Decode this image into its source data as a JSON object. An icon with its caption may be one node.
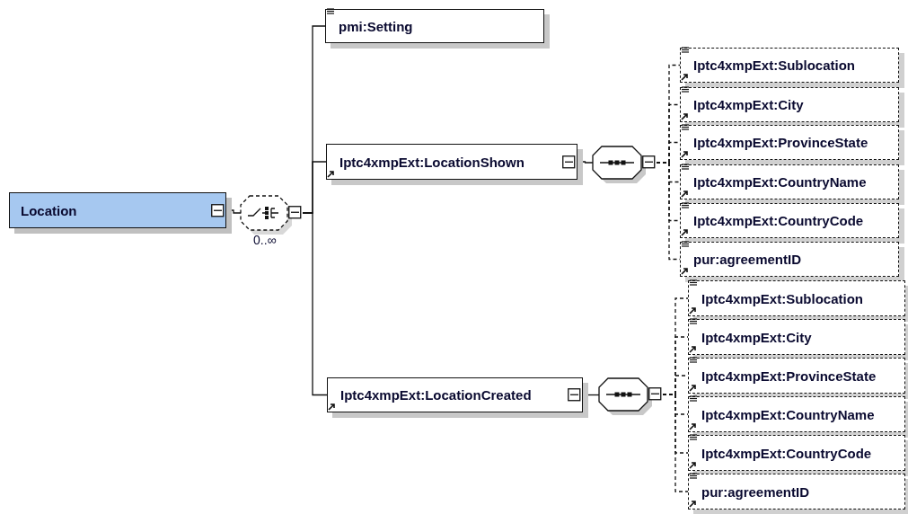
{
  "diagram": {
    "nodes": [
      {
        "text": [
          "Location"
        ]
      },
      {
        "text": [],
        "shape": "octagon",
        "beside": [
          "0..∞"
        ]
      },
      {
        "text": [
          "pmi:Setting"
        ]
      },
      {
        "text": [
          "Iptc4xmpExt:LocationShown"
        ]
      },
      {
        "text": [],
        "shape": "octagon"
      },
      {
        "text": [
          "Iptc4xmpExt:Sublocation"
        ]
      },
      {
        "text": [
          "Iptc4xmpExt:City"
        ]
      },
      {
        "text": [
          "Iptc4xmpExt:ProvinceState"
        ]
      },
      {
        "text": [
          "Iptc4xmpExt:CountryName"
        ]
      },
      {
        "text": [
          "Iptc4xmpExt:CountryCode"
        ]
      },
      {
        "text": [
          "pur:agreementID"
        ]
      },
      {
        "text": [
          "Iptc4xmpExt:LocationCreated"
        ]
      },
      {
        "text": [],
        "shape": "octagon"
      },
      {
        "text": [
          "Iptc4xmpExt:Sublocation"
        ]
      },
      {
        "text": [
          "Iptc4xmpExt:City"
        ]
      },
      {
        "text": [
          "Iptc4xmpExt:ProvinceState"
        ]
      },
      {
        "text": [
          "Iptc4xmpExt:CountryName"
        ]
      },
      {
        "text": [
          "Iptc4xmpExt:CountryCode"
        ]
      },
      {
        "text": [
          "pur:agreementID"
        ]
      }
    ],
    "edges": [
      {
        "from": 0,
        "to": 1,
        "arrow": "none"
      },
      {
        "from": 1,
        "to": 2,
        "arrow": "none"
      },
      {
        "from": 1,
        "to": 3,
        "arrow": "none"
      },
      {
        "from": 1,
        "to": 11,
        "arrow": "none"
      },
      {
        "from": 3,
        "to": 4,
        "arrow": "none"
      },
      {
        "from": 4,
        "to": 5,
        "arrow": "none",
        "style": "dashed"
      },
      {
        "from": 4,
        "to": 6,
        "arrow": "none",
        "style": "dashed"
      },
      {
        "from": 4,
        "to": 7,
        "arrow": "none",
        "style": "dashed"
      },
      {
        "from": 4,
        "to": 8,
        "arrow": "none",
        "style": "dashed"
      },
      {
        "from": 4,
        "to": 9,
        "arrow": "none",
        "style": "dashed"
      },
      {
        "from": 4,
        "to": 10,
        "arrow": "none",
        "style": "dashed"
      },
      {
        "from": 11,
        "to": 12,
        "arrow": "none"
      },
      {
        "from": 12,
        "to": 13,
        "arrow": "none",
        "style": "dashed"
      },
      {
        "from": 12,
        "to": 14,
        "arrow": "none",
        "style": "dashed"
      },
      {
        "from": 12,
        "to": 15,
        "arrow": "none",
        "style": "dashed"
      },
      {
        "from": 12,
        "to": 16,
        "arrow": "none",
        "style": "dashed"
      },
      {
        "from": 12,
        "to": 17,
        "arrow": "none",
        "style": "dashed"
      },
      {
        "from": 12,
        "to": 18,
        "arrow": "none",
        "style": "dashed"
      }
    ]
  }
}
